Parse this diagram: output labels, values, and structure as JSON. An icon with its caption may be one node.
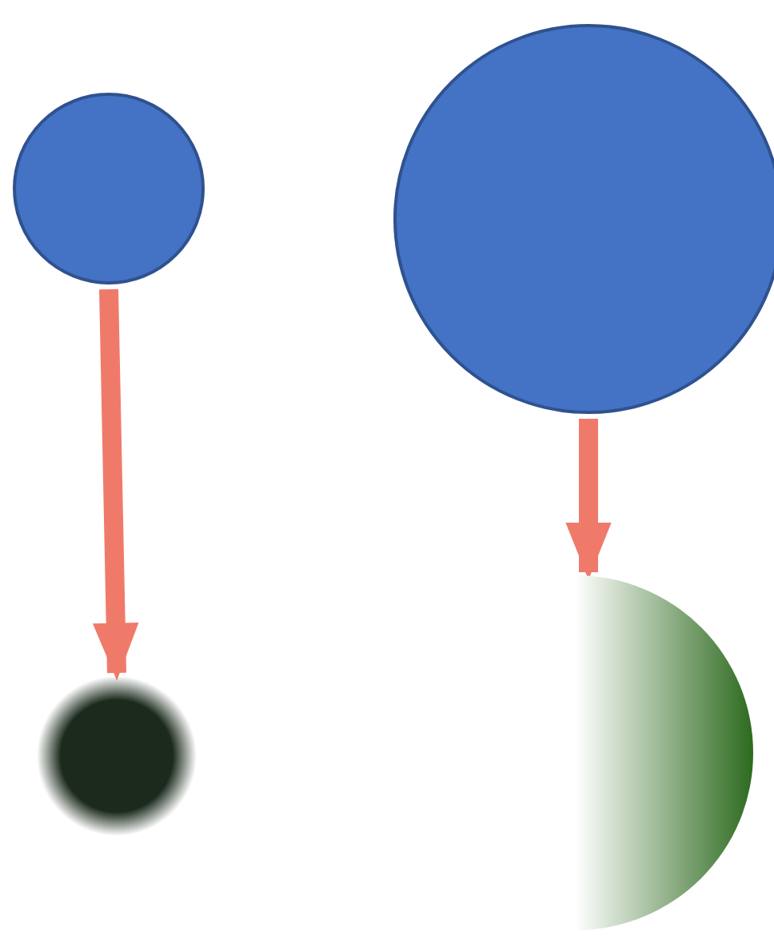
{
  "diagram": {
    "nodes": [
      {
        "text": [],
        "shape": "circle"
      },
      {
        "text": [],
        "shape": "circle"
      },
      {
        "text": [],
        "shape": "blurred-circle"
      },
      {
        "text": [],
        "shape": "semicircle"
      }
    ],
    "edges": [
      {
        "from": 0,
        "to": 2,
        "arrow": "to"
      },
      {
        "from": 1,
        "to": 3,
        "arrow": "to"
      }
    ]
  }
}
